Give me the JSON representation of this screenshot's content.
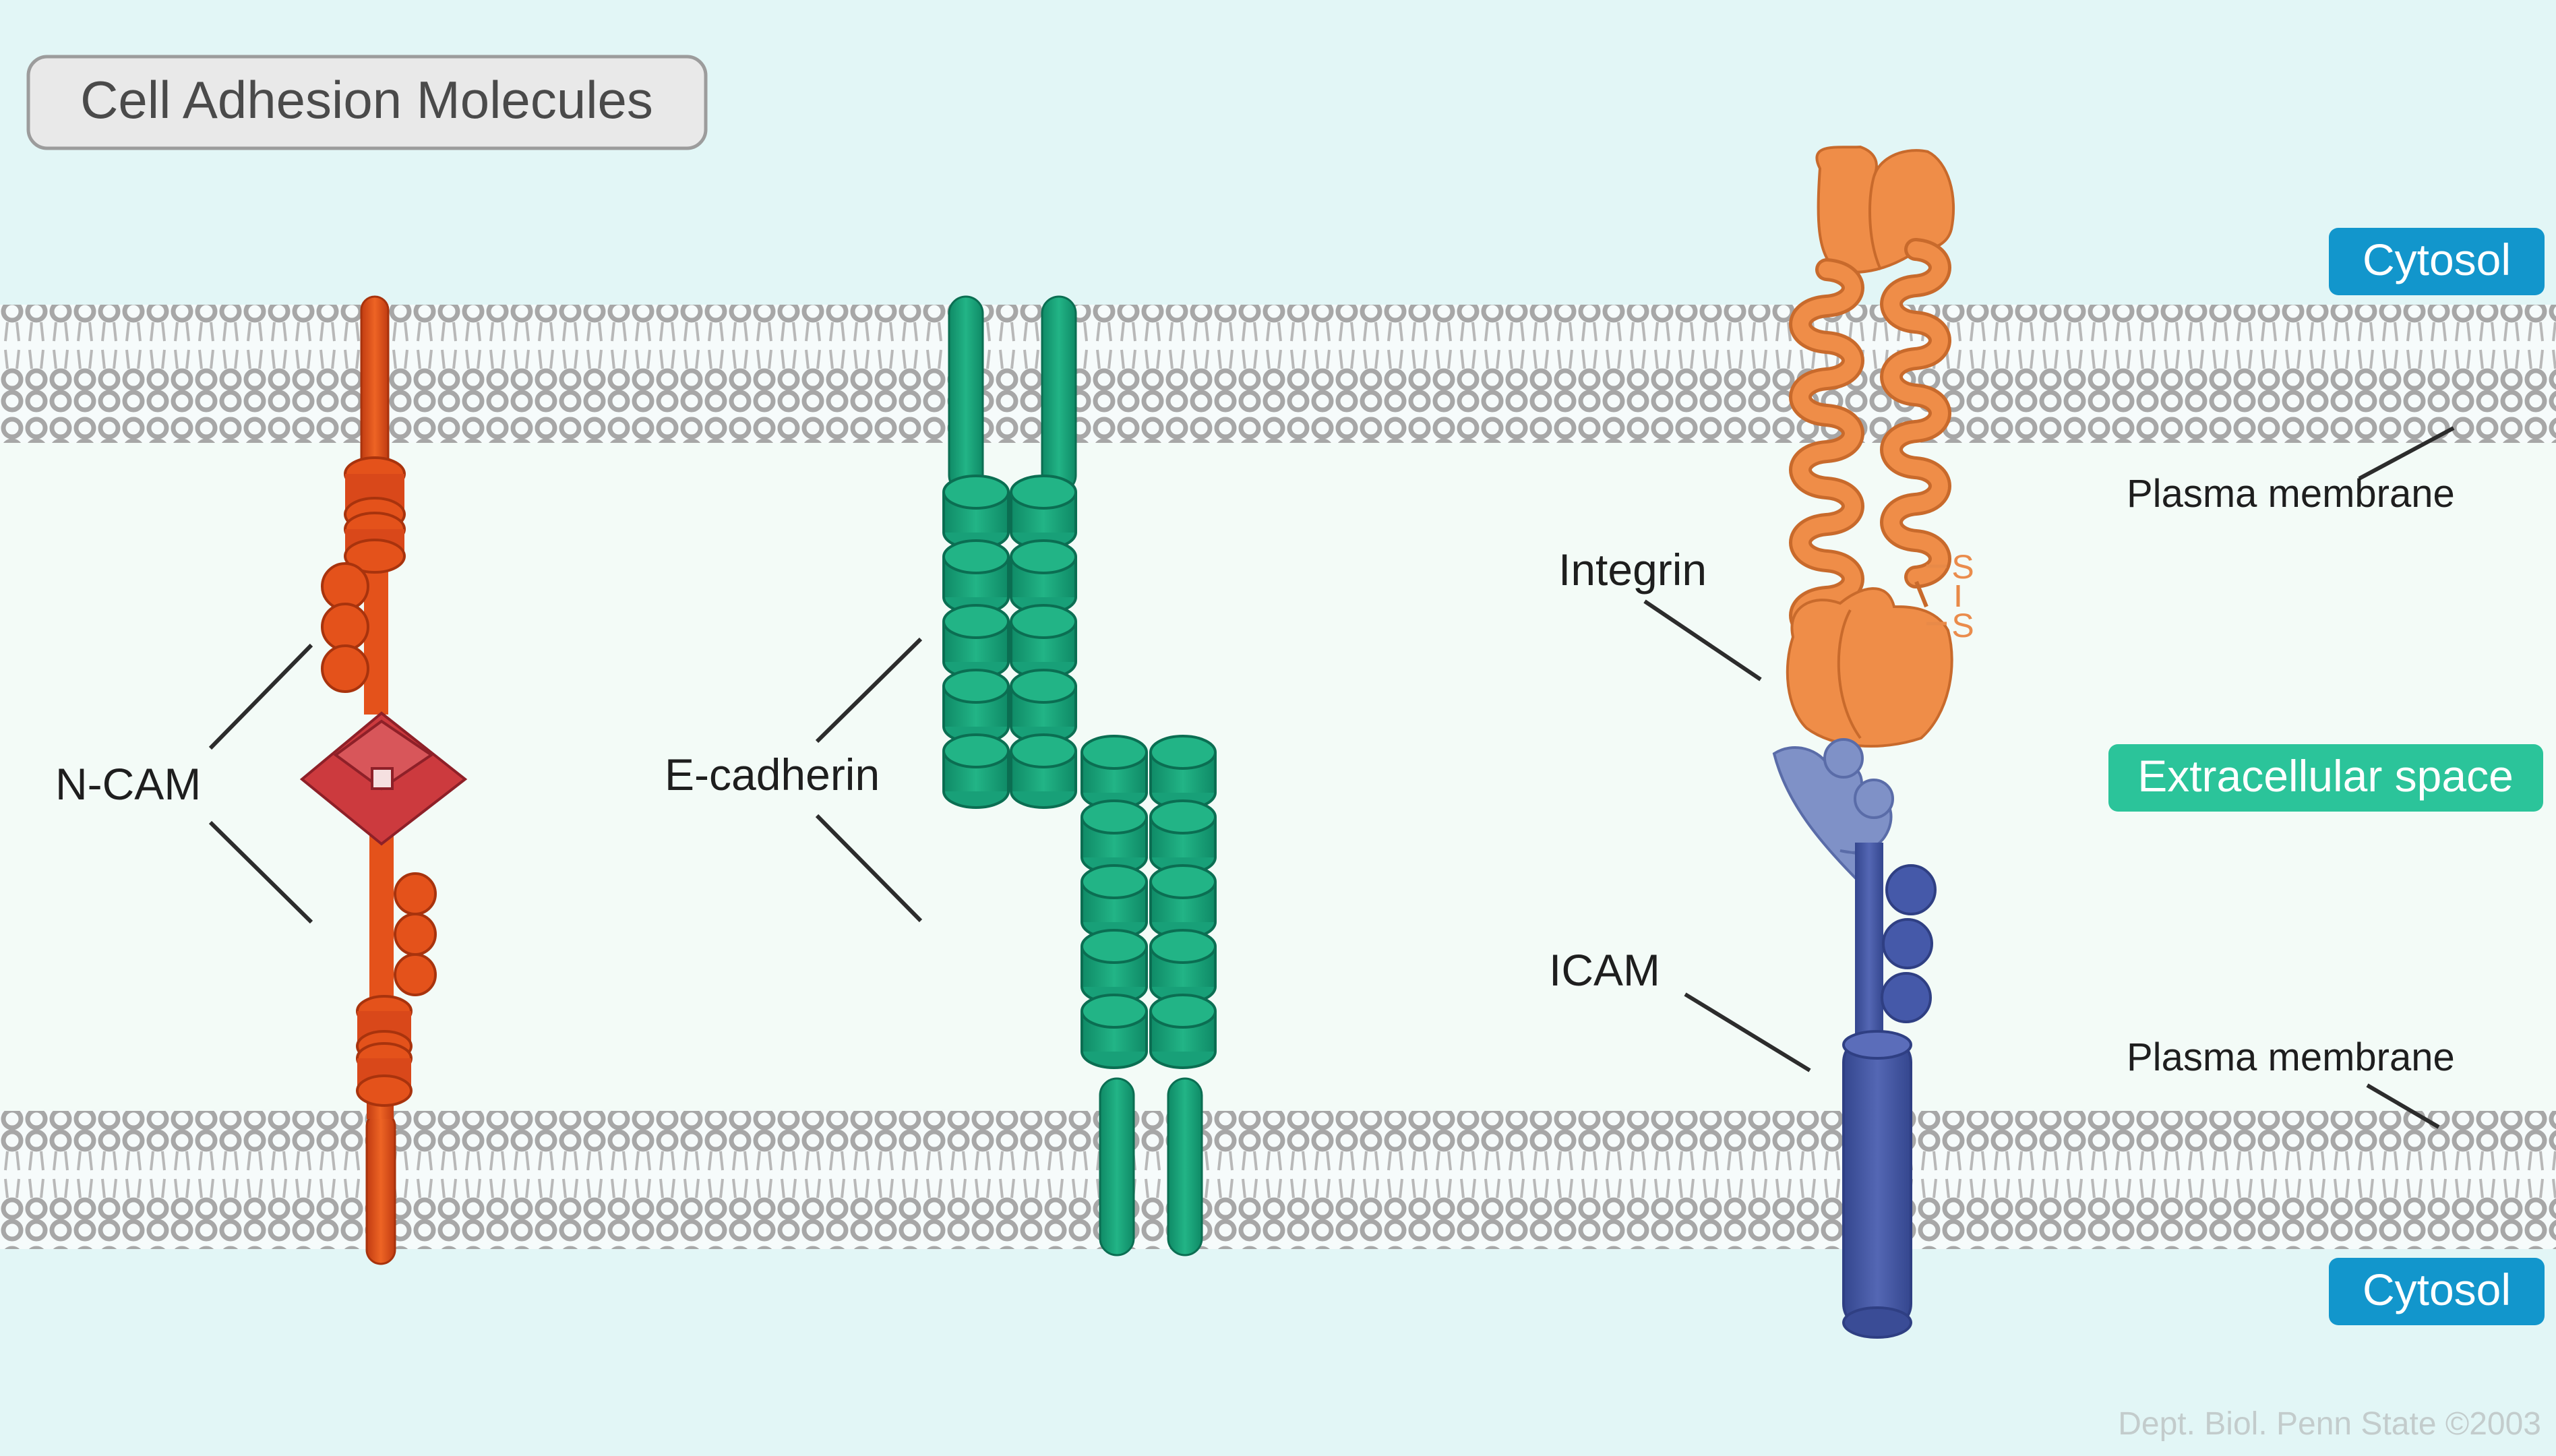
{
  "title": "Cell Adhesion Molecules",
  "regions": {
    "cytosol_top": "Cytosol",
    "cytosol_bottom": "Cytosol",
    "extracellular": "Extracellular space",
    "membrane_top": "Plasma membrane",
    "membrane_bottom": "Plasma membrane"
  },
  "molecules": {
    "ncam": "N-CAM",
    "ecadherin": "E-cadherin",
    "integrin": "Integrin",
    "icam": "ICAM",
    "disulfide_s1": "S",
    "disulfide_s2": "S"
  },
  "credit": "Dept. Biol. Penn State ©2003",
  "colors": {
    "cytosol_bg": "#e2f6f6",
    "extracellular_bg": "#f3fbf7",
    "membrane_head": "#a7a7a7",
    "cytosol_badge": "#1296cc",
    "extracellular_badge": "#2bc49a",
    "ncam": "#e4521b",
    "ncam_fold": "#cc3a3e",
    "ecadherin": "#18a078",
    "integrin": "#ef8d48",
    "icam": "#4559a9",
    "icam_light": "#7f91c7"
  }
}
